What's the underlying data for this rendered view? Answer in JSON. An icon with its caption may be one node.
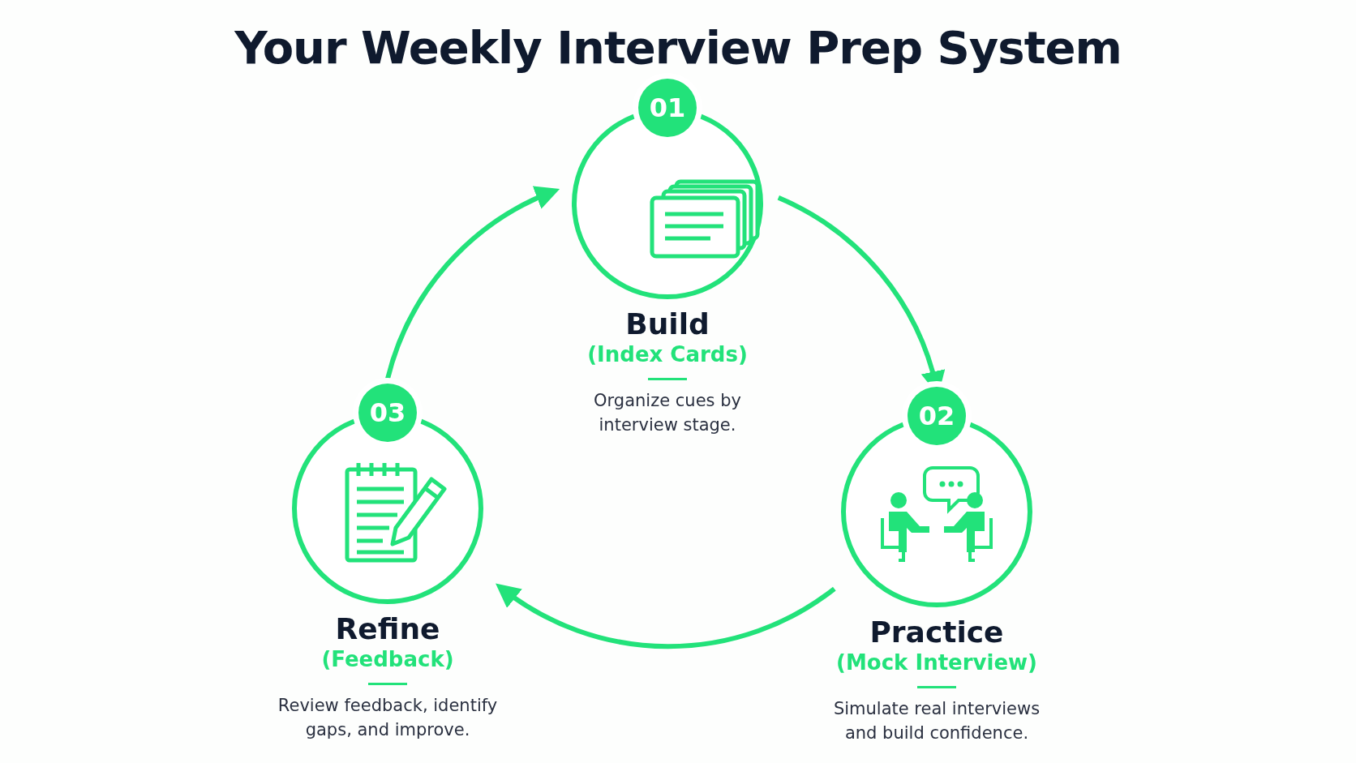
{
  "diagram": {
    "title": "Your Weekly Interview Prep System",
    "nodes": [
      {
        "text": [
          "Build",
          "(Index Cards)",
          "Organize cues by interview stage."
        ],
        "beside": [
          "01"
        ]
      },
      {
        "text": [
          "Practice",
          "(Mock Interview)",
          "Simulate real interviews and build confidence."
        ],
        "beside": [
          "02"
        ]
      },
      {
        "text": [
          "Refine",
          "(Feedback)",
          "Review feedback, identify gaps, and improve."
        ],
        "beside": [
          "03"
        ]
      }
    ],
    "edges": [
      {
        "from": 0,
        "to": 1,
        "arrow": "to"
      },
      {
        "from": 1,
        "to": 2,
        "arrow": "to"
      },
      {
        "from": 2,
        "to": 0,
        "arrow": "to"
      }
    ]
  }
}
